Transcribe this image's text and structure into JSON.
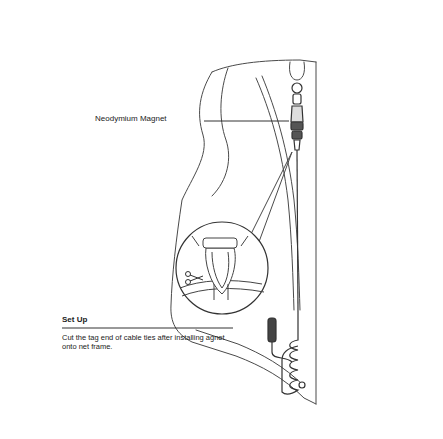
{
  "diagram": {
    "labels": [
      "Neodymium Magnet",
      "Set Up",
      "Cut the tag end of cable ties after installing agnet onto net frame."
    ]
  }
}
